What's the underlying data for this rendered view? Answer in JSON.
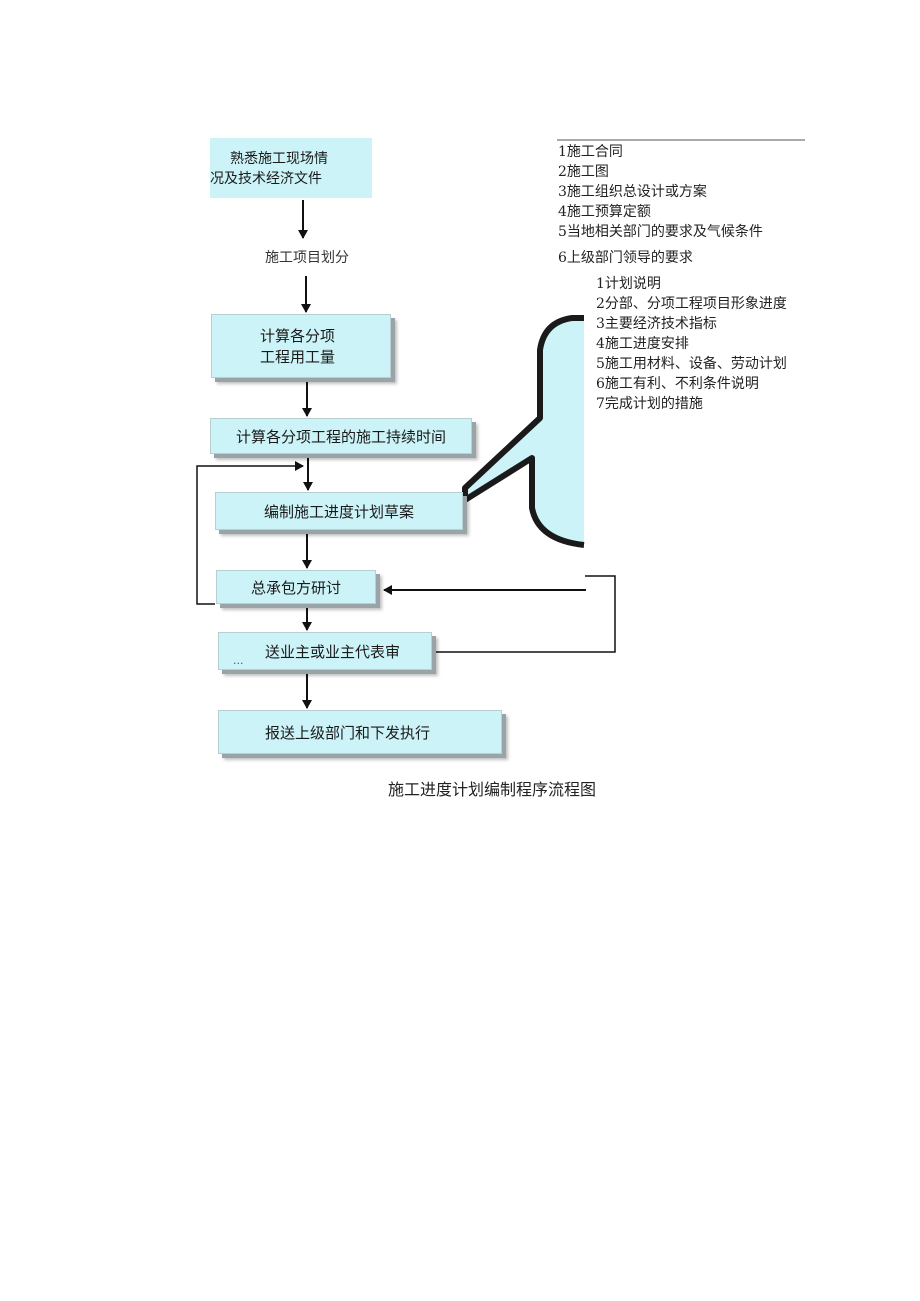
{
  "flow_steps": [
    {
      "line1": "熟悉施工现场情",
      "line2": "况及技术经济文件"
    },
    {
      "text": "施工项目划分"
    },
    {
      "line1": "计算各分项",
      "line2": "工程用工量"
    },
    {
      "text": "计算各分项工程的施工持续时间"
    },
    {
      "text": "编制施工进度计划草案"
    },
    {
      "text": "总承包方研讨"
    },
    {
      "text": "送业主或业主代表审",
      "ellipsis": "..."
    },
    {
      "text": "报送上级部门和下发执行"
    }
  ],
  "inputs": [
    "1施工合同",
    "2施工图",
    "3施工组织总设计或方案",
    "4施工预算定额",
    "5当地相关部门的要求及气候条件",
    "6上级部门领导的要求"
  ],
  "outputs": [
    "1计划说明",
    "2分部、分项工程项目形象进度",
    "3主要经济技术指标",
    "4施工进度安排",
    "5施工用材料、设备、劳动计划",
    "6施工有利、不利条件说明",
    "7完成计划的措施"
  ],
  "caption": "施工进度计划编制程序流程图",
  "colors": {
    "box_fill": "#ccf3f7",
    "callout_fill": "#ccf3f7",
    "callout_border": "#1a1a1a",
    "line": "#111111"
  }
}
